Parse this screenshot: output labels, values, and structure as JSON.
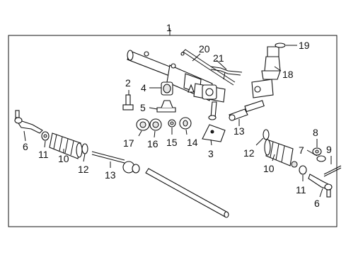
{
  "callouts": {
    "c1": "1",
    "c2": "2",
    "c3": "3",
    "c4": "4",
    "c5": "5",
    "c6a": "6",
    "c6b": "6",
    "c7": "7",
    "c8": "8",
    "c9": "9",
    "c10a": "10",
    "c10b": "10",
    "c11a": "11",
    "c11b": "11",
    "c12a": "12",
    "c12b": "12",
    "c13a": "13",
    "c13b": "13",
    "c14": "14",
    "c15": "15",
    "c16": "16",
    "c17": "17",
    "c18": "18",
    "c19": "19",
    "c20": "20",
    "c21": "21"
  }
}
